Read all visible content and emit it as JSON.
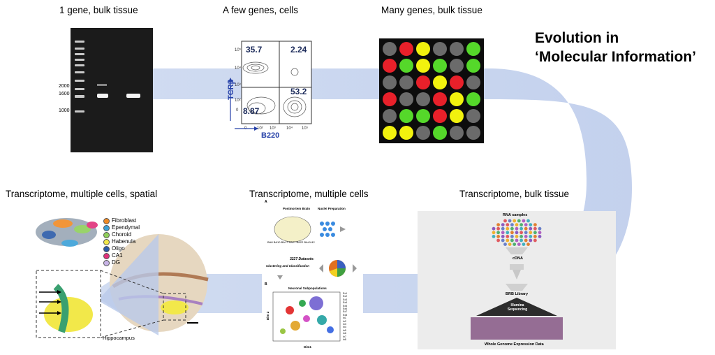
{
  "title": {
    "line1": "Evolution in",
    "line2": "‘Molecular Information’"
  },
  "captions": {
    "gel": "1 gene, bulk tissue",
    "flow": "A few genes, cells",
    "array": "Many genes, bulk tissue",
    "spatial": "Transcriptome, multiple cells, spatial",
    "singlecell": "Transcriptome, multiple cells",
    "bulk": "Transcriptome, bulk tissue"
  },
  "gel": {
    "ladder_labels": [
      "2000",
      "1600",
      "1000"
    ]
  },
  "flow": {
    "quadrants": [
      "35.7",
      "2.24",
      "53.2",
      "8.87"
    ],
    "ylabel": "TCRβ",
    "xlabel": "B220",
    "ticks_y": [
      "10⁵",
      "10⁴",
      "10³",
      "10²",
      "0"
    ],
    "ticks_x": [
      "0",
      "10²",
      "10³",
      "10⁴",
      "10⁵"
    ]
  },
  "array": {
    "colors": {
      "red": "#e8202a",
      "green": "#55d82a",
      "yellow": "#f2f20e",
      "grey": "#6b6b6b"
    },
    "grid": [
      [
        "grey",
        "red",
        "yellow",
        "grey",
        "grey",
        "green"
      ],
      [
        "red",
        "green",
        "yellow",
        "green",
        "grey",
        "green"
      ],
      [
        "grey",
        "grey",
        "red",
        "yellow",
        "red",
        "grey"
      ],
      [
        "red",
        "grey",
        "grey",
        "red",
        "yellow",
        "green"
      ],
      [
        "grey",
        "green",
        "green",
        "red",
        "yellow",
        "grey"
      ],
      [
        "yellow",
        "yellow",
        "grey",
        "green",
        "grey",
        "grey"
      ]
    ]
  },
  "spatial": {
    "legend": [
      {
        "label": "Fibroblast",
        "color": "#f08a24"
      },
      {
        "label": "Ependymal",
        "color": "#3aa0d8"
      },
      {
        "label": "Choroid",
        "color": "#8fcf5a"
      },
      {
        "label": "Habenula",
        "color": "#f2e84a"
      },
      {
        "label": "Oligo",
        "color": "#2a5aa8"
      },
      {
        "label": "CA1",
        "color": "#e0307a"
      },
      {
        "label": "DG",
        "color": "#c7b3e6"
      }
    ],
    "region_label": "Hippocampus"
  },
  "singlecell": {
    "panel_a": "A",
    "panel_b": "B",
    "postmortem": "Postmortem Brain",
    "nuclei": "Nuclei Preparation",
    "datasets": "3227 Datasets:",
    "clustering": "Clustering and Classification",
    "neuronal": "Neuronal Subpopulations",
    "areas": [
      "BA8",
      "BA10",
      "BA17",
      "BA21",
      "BA22",
      "BA41/42"
    ],
    "dim1": "Dim1",
    "dim2": "Dim 2",
    "cluster_labels": [
      "Ex1",
      "Ex2",
      "Ex3",
      "Ex4",
      "Ex5",
      "Ex6",
      "Ex7",
      "Ex8",
      "In1",
      "In2",
      "In3",
      "In4",
      "In5",
      "In6",
      "In7",
      "In8"
    ]
  },
  "bulk": {
    "rna": "RNA samples",
    "cdna": "cDNA",
    "brb": "BRB Library",
    "illumina": "Illumina Sequencing",
    "wged": "Whole Genome Expression Data"
  }
}
